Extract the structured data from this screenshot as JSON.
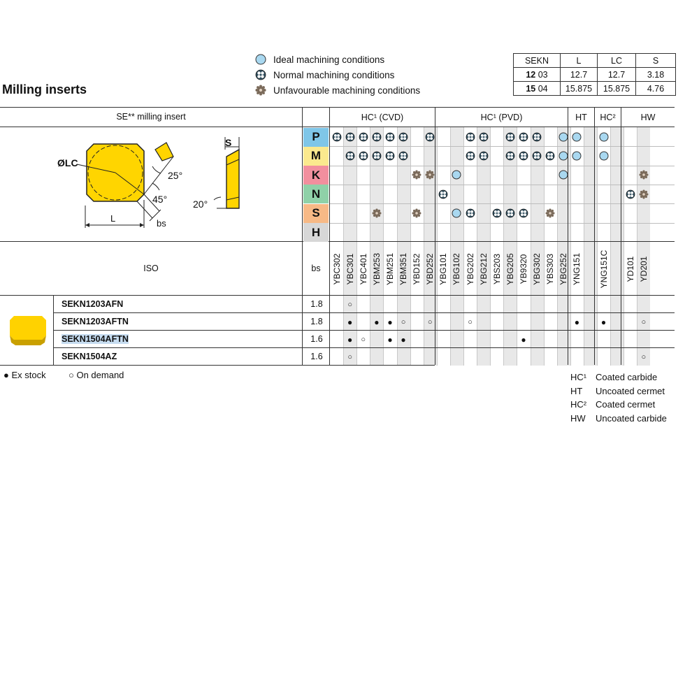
{
  "title": "Milling inserts",
  "legend": [
    {
      "kind": "ideal",
      "label": "Ideal machining conditions"
    },
    {
      "kind": "normal",
      "label": "Normal machining conditions"
    },
    {
      "kind": "unfavourable",
      "label": "Unfavourable machining conditions"
    }
  ],
  "size_table": {
    "header": [
      "SEKN",
      "L",
      "LC",
      "S"
    ],
    "rows": [
      {
        "size": "12",
        "sub": "03",
        "L": "12.7",
        "LC": "12.7",
        "S": "3.18"
      },
      {
        "size": "15",
        "sub": "04",
        "L": "15.875",
        "LC": "15.875",
        "S": "4.76"
      }
    ]
  },
  "table": {
    "insert_header": "SE** milling insert",
    "iso_label": "ISO",
    "bs_label": "bs",
    "groups": [
      {
        "label": "HC¹ (CVD)"
      },
      {
        "label": "HC¹ (PVD)"
      },
      {
        "label": "HT"
      },
      {
        "label": "HC²"
      },
      {
        "label": "HW"
      }
    ],
    "materials": [
      {
        "letter": "P",
        "color": "#7fc6e8"
      },
      {
        "letter": "M",
        "color": "#fbe98e"
      },
      {
        "letter": "K",
        "color": "#f28f9e"
      },
      {
        "letter": "N",
        "color": "#8fd1a8"
      },
      {
        "letter": "S",
        "color": "#f7b986"
      },
      {
        "letter": "H",
        "color": "#d7d7d7"
      }
    ],
    "grades": [
      "YBC302",
      "YBC301",
      "YBC401",
      "YBM253",
      "YBM251",
      "YBM351",
      "YBD152",
      "YBD252",
      "YBG101",
      "YBG102",
      "YBG202",
      "YBG212",
      "YBS203",
      "YBG205",
      "YB9320",
      "YBG302",
      "YBS303",
      "YBG252",
      "YNG151",
      "",
      "YNG151C",
      "",
      "YD101",
      "YD201"
    ],
    "condition_grid": [
      [
        2,
        2,
        2,
        2,
        2,
        2,
        0,
        2,
        0,
        0,
        2,
        2,
        0,
        2,
        2,
        2,
        0,
        1,
        1,
        0,
        1,
        0,
        0,
        0
      ],
      [
        0,
        2,
        2,
        2,
        2,
        2,
        0,
        0,
        0,
        0,
        2,
        2,
        0,
        2,
        2,
        2,
        2,
        1,
        1,
        0,
        1,
        0,
        0,
        0
      ],
      [
        0,
        0,
        0,
        0,
        0,
        0,
        3,
        3,
        0,
        1,
        0,
        0,
        0,
        0,
        0,
        0,
        0,
        1,
        0,
        0,
        0,
        0,
        0,
        3
      ],
      [
        0,
        0,
        0,
        0,
        0,
        0,
        0,
        0,
        2,
        0,
        0,
        0,
        0,
        0,
        0,
        0,
        0,
        0,
        0,
        0,
        0,
        0,
        2,
        3
      ],
      [
        0,
        0,
        0,
        3,
        0,
        0,
        3,
        0,
        0,
        1,
        2,
        0,
        2,
        2,
        2,
        0,
        3,
        0,
        0,
        0,
        0,
        0,
        0,
        0
      ],
      [
        0,
        0,
        0,
        0,
        0,
        0,
        0,
        0,
        0,
        0,
        0,
        0,
        0,
        0,
        0,
        0,
        0,
        0,
        0,
        0,
        0,
        0,
        0,
        0
      ]
    ],
    "products": [
      {
        "code": "SEKN1203AFN",
        "bs": "1.8",
        "stock": [
          "",
          "o",
          "",
          "",
          "",
          "",
          "",
          "",
          "",
          "",
          "",
          "",
          "",
          "",
          "",
          "",
          "",
          "",
          "",
          "",
          "",
          "",
          "",
          ""
        ]
      },
      {
        "code": "SEKN1203AFTN",
        "bs": "1.8",
        "stock": [
          "",
          "e",
          "",
          "e",
          "e",
          "o",
          "",
          "o",
          "",
          "",
          "o",
          "",
          "",
          "",
          "",
          "",
          "",
          "",
          "e",
          "",
          "e",
          "",
          "",
          "o"
        ]
      },
      {
        "code": "SEKN1504AFTN",
        "bs": "1.6",
        "stock": [
          "",
          "e",
          "o",
          "",
          "e",
          "e",
          "",
          "",
          "",
          "",
          "",
          "",
          "",
          "",
          "e",
          "",
          "",
          "",
          "",
          "",
          "",
          "",
          "",
          ""
        ]
      },
      {
        "code": "SEKN1504AZ",
        "bs": "1.6",
        "stock": [
          "",
          "o",
          "",
          "",
          "",
          "",
          "",
          "",
          "",
          "",
          "",
          "",
          "",
          "",
          "",
          "",
          "",
          "",
          "",
          "",
          "",
          "",
          "",
          "o"
        ]
      }
    ]
  },
  "drawing": {
    "lc_label": "ØLC",
    "l_label": "L",
    "s_label": "S",
    "bs_label": "bs",
    "angle_25": "25°",
    "angle_45": "45°",
    "angle_20": "20°"
  },
  "footnotes": {
    "ex_stock": "Ex stock",
    "on_demand": "On demand"
  },
  "glossary": [
    {
      "key": "HC¹",
      "value": "Coated carbide"
    },
    {
      "key": "HT",
      "value": "Uncoated cermet"
    },
    {
      "key": "HC²",
      "value": "Coated cermet"
    },
    {
      "key": "HW",
      "value": "Uncoated carbide"
    }
  ],
  "colors": {
    "ideal": "#a9d8f0",
    "normal": "#2c4a5a",
    "unfavourable": "#7a6a5a",
    "insert_yellow": "#ffd500",
    "selection": "#c6dcf0"
  }
}
